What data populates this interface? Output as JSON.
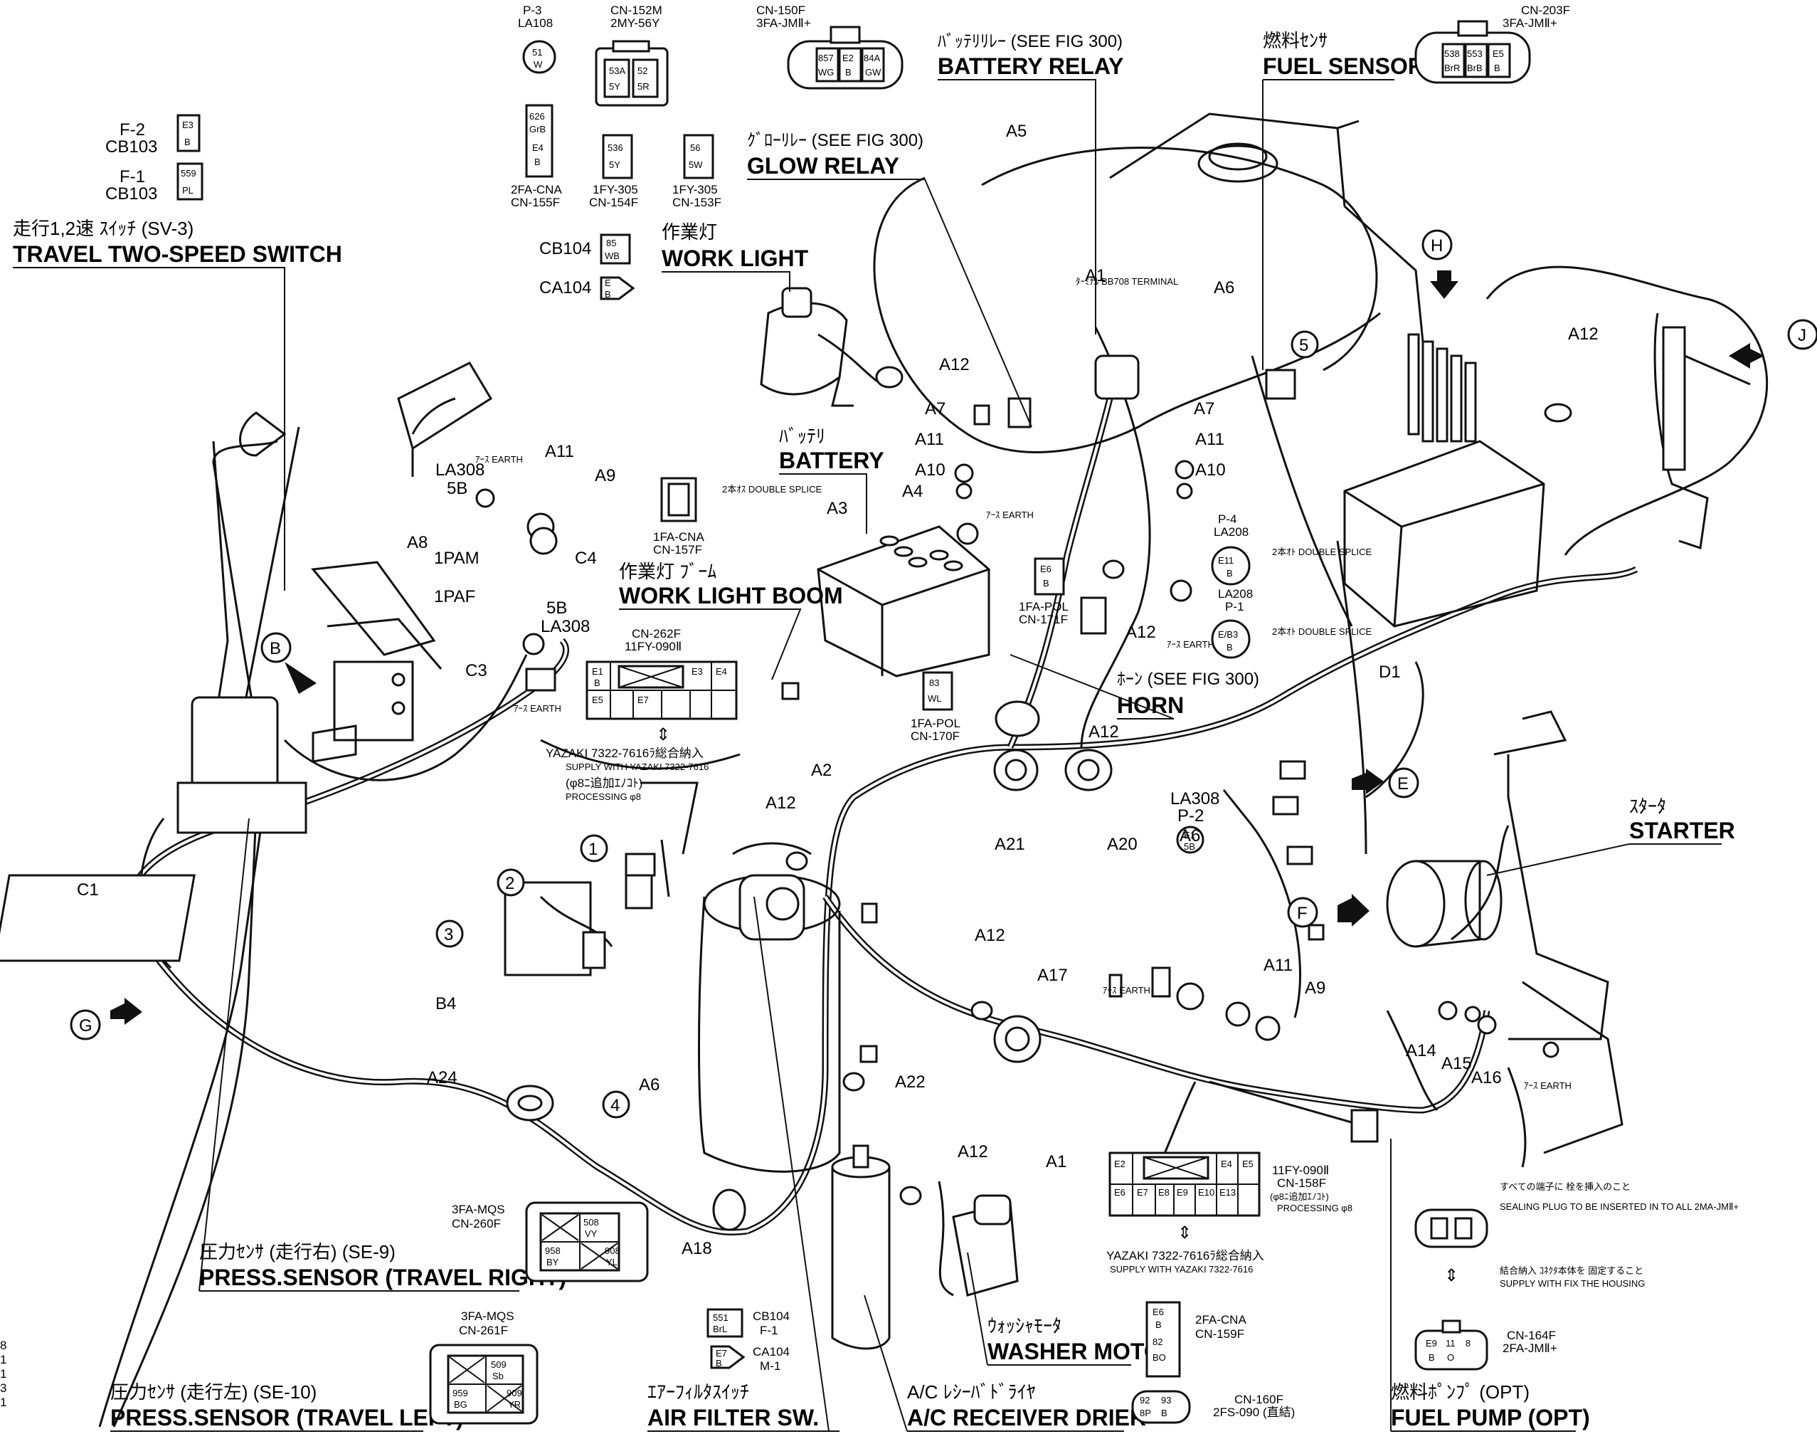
{
  "labels": {
    "travel_switch_jp": "走行1,2速 ｽｲｯﾁ (SV-3)",
    "travel_switch": "TRAVEL TWO-SPEED SWITCH",
    "work_light_jp": "作業灯",
    "work_light": "WORK LIGHT",
    "glow_relay_jp": "ｸﾞﾛｰﾘﾚｰ (SEE FIG 300)",
    "glow_relay": "GLOW RELAY",
    "battery_relay_jp": "ﾊﾞｯﾃﾘﾘﾚｰ (SEE FIG 300)",
    "battery_relay": "BATTERY RELAY",
    "fuel_sensor_jp": "燃料ｾﾝｻ",
    "fuel_sensor": "FUEL SENSOR",
    "battery_jp": "ﾊﾞｯﾃﾘ",
    "battery": "BATTERY",
    "work_light_boom_jp": "作業灯 ﾌﾞｰﾑ",
    "work_light_boom": "WORK LIGHT BOOM",
    "horn_jp": "ﾎｰﾝ (SEE FIG 300)",
    "horn": "HORN",
    "starter_jp": "ｽﾀｰﾀ",
    "starter": "STARTER",
    "press_right_jp": "圧力ｾﾝｻ (走行右) (SE-9)",
    "press_right": "PRESS.SENSOR (TRAVEL RIGHT)",
    "press_left_jp": "圧力ｾﾝｻ (走行左) (SE-10)",
    "press_left": "PRESS.SENSOR (TRAVEL LEFT)",
    "air_filter_jp": "ｴｱｰﾌｨﾙﾀｽｲｯﾁ",
    "air_filter": "AIR FILTER SW.",
    "receiver_jp": "A/C ﾚｼｰﾊﾞﾄﾞﾗｲﾔ",
    "receiver": "A/C RECEIVER DRIER",
    "washer_jp": "ｳｫｯｼｬﾓｰﾀ",
    "washer": "WASHER MOTOR",
    "fuel_pump_jp": "燃料ﾎﾟﾝﾌﾟ (OPT)",
    "fuel_pump": "FUEL PUMP (OPT)"
  },
  "connectors": {
    "p3": "P-3",
    "la108": "LA108",
    "cn152m": "CN-152M",
    "two_my_56y": "2MY-56Y",
    "cn150f": "CN-150F",
    "three_fa_jm": "3FA-JMⅡ+",
    "cn203f": "CN-203F",
    "three_fa_jm_b": "3FA-JMⅡ+",
    "f2": "F-2",
    "cb103_a": "CB103",
    "f1": "F-1",
    "cb103_b": "CB103",
    "two_fa_cna": "2FA-CNA",
    "cn155f": "CN-155F",
    "one_fy_305a": "1FY-305",
    "cn154f": "CN-154F",
    "one_fy_305b": "1FY-305",
    "cn153f": "CN-153F",
    "cb104": "CB104",
    "ca104": "CA104",
    "one_fa_cna": "1FA-CNA",
    "cn157f": "CN-157F",
    "double_splice": "2本ｵｽ DOUBLE SPLICE",
    "cn262f": "CN-262F",
    "one_fy_090": "11FY-090Ⅱ",
    "yazaki1": "YAZAKI 7322-7616ﾗ総合納入",
    "supply1": "SUPPLY WITH YAZAKI 7322-7616",
    "proc1_jp": "(φ8ﾆ追加ｴﾉｺﾄ)",
    "proc1": "PROCESSING φ8",
    "one_fa_pol_a": "1FA-POL",
    "cn171f": "CN-171F",
    "one_fa_pol_b": "1FA-POL",
    "cn170f": "CN-170F",
    "p4": "P-4",
    "la208": "LA208",
    "la208b": "LA208",
    "p1": "P-1",
    "double_splice2": "2本ｵﾄ DOUBLE SPLICE",
    "double_splice3": "2本ｵﾄ DOUBLE SPLICE",
    "la308_a": "LA308",
    "la308_5b": "5B",
    "la308_b": "LA308",
    "la308_c": "LA308",
    "p2": "P-2",
    "one_pam": "1PAM",
    "one_paf": "1PAF",
    "cn158f_a": "11FY-090Ⅱ",
    "cn158f": "CN-158F",
    "proc2_jp": "(φ8ﾆ追加ｴﾉｺﾄ)",
    "proc2": "PROCESSING φ8",
    "yazaki2": "YAZAKI 7322-7616ﾗ総合納入",
    "supply2": "SUPPLY WITH YAZAKI 7322-7616",
    "three_fa_mqs_a": "3FA-MQS",
    "cn260f": "CN-260F",
    "three_fa_mqs_b": "3FA-MQS",
    "cn261f": "CN-261F",
    "cb104_f1": "CB104",
    "f1b": "F-1",
    "ca104_m1": "CA104",
    "m1": "M-1",
    "two_fa_cna_b": "2FA-CNA",
    "cn159f": "CN-159F",
    "cn160f": "CN-160F",
    "two_fs_090": "2FS-090 (直結)",
    "cn164f": "CN-164F",
    "two_fa_jm": "2FA-JMⅡ+",
    "sealing_jp": "すべての端子に 栓を挿入のこと",
    "sealing": "SEALING PLUG TO BE INSERTED IN TO ALL 2MA-JMⅡ+",
    "assy_jp": "結合納入 ｺﾈｸﾀ本体を 固定すること",
    "assy": "SUPPLY WITH FIX THE HOUSING",
    "terminal": "ﾀｰﾐﾅﾙ BB708 TERMINAL",
    "earth": "ｱｰｽ EARTH"
  },
  "callouts": {
    "a1": "A1",
    "a2": "A2",
    "a3": "A3",
    "a4": "A4",
    "a5": "A5",
    "a6": "A6",
    "a7": "A7",
    "a8": "A8",
    "a9": "A9",
    "a10": "A10",
    "a11": "A11",
    "a12": "A12",
    "a14": "A14",
    "a15": "A15",
    "a16": "A16",
    "a17": "A17",
    "a18": "A18",
    "a20": "A20",
    "a21": "A21",
    "a22": "A22",
    "a24": "A24",
    "b4": "B4",
    "c1": "C1",
    "c3": "C3",
    "c4": "C4",
    "d1": "D1",
    "n1": "1",
    "n2": "2",
    "n3": "3",
    "n4": "4",
    "n5": "5",
    "view_b": "B",
    "view_e": "E",
    "view_f": "F",
    "view_g": "G",
    "view_h": "H",
    "view_j": "J"
  },
  "edge_numbers": [
    "8",
    "1",
    "1",
    "3",
    "1"
  ]
}
